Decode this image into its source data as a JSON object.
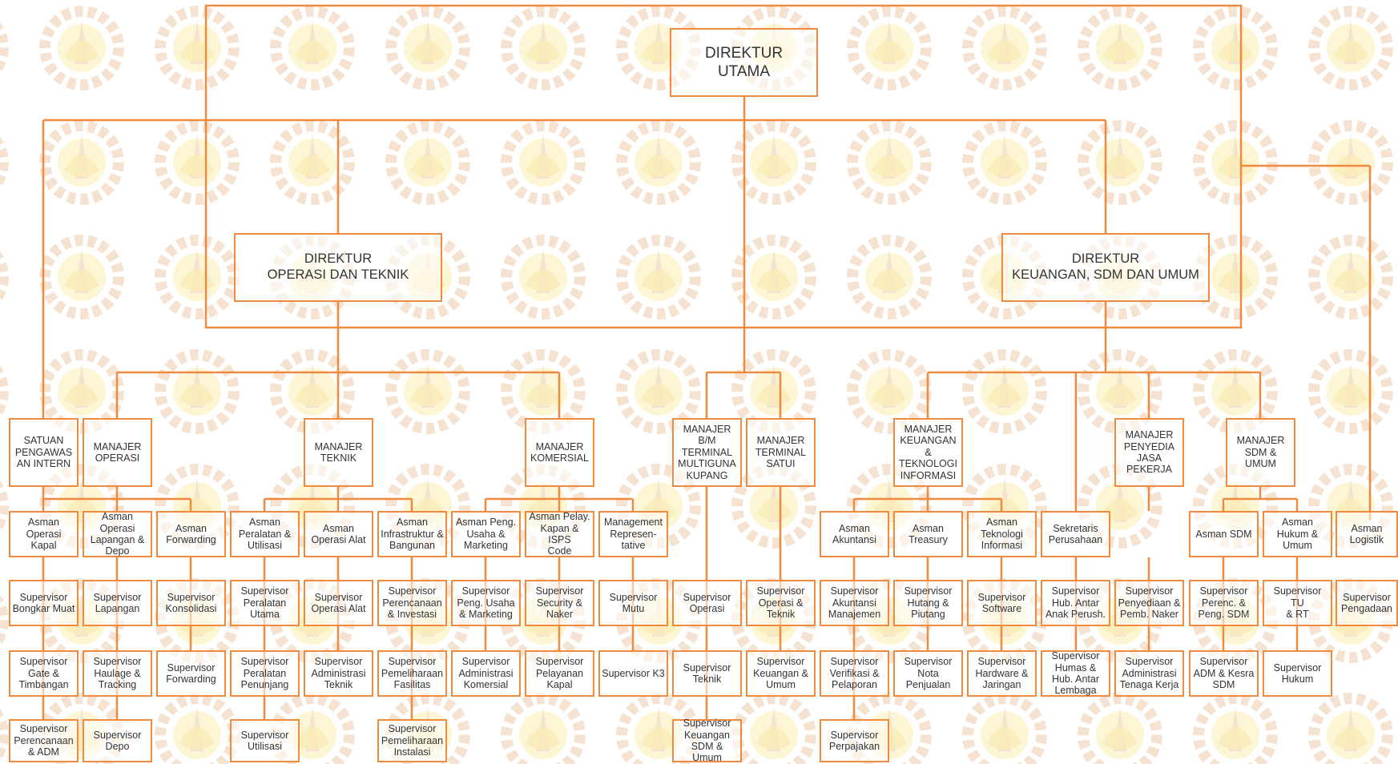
{
  "chart": {
    "top": {
      "title": "DIREKTUR\nUTAMA"
    },
    "directors": {
      "ops": "DIREKTUR\nOPERASI DAN TEKNIK",
      "fin": "DIREKTUR\nKEUANGAN, SDM DAN UMUM"
    },
    "managers": {
      "satuan": "SATUAN\nPENGAWAS\nAN INTERN",
      "operasi": "MANAJER\nOPERASI",
      "teknik": "MANAJER\nTEKNIK",
      "komersial": "MANAJER\nKOMERSIAL",
      "bm": "MANAJER\nB/M\nTERMINAL\nMULTIGUNA\nKUPANG",
      "satui": "MANAJER\nTERMINAL\nSATUI",
      "keuangan": "MANAJER\nKEUANGAN\n&\nTEKNOLOGI\nINFORMASI",
      "penyedia": "MANAJER\nPENYEDIA\nJASA\nPEKERJA",
      "sdm": "MANAJER\nSDM &\nUMUM"
    },
    "asman": [
      "Asman\nOperasi Kapal",
      "Asman\nOperasi\nLapangan &\nDepo",
      "Asman\nForwarding",
      "Asman\nPeralatan &\nUtilisasi",
      "Asman\nOperasi Alat",
      "Asman\nInfrastruktur &\nBangunan",
      "Asman Peng.\nUsaha &\nMarketing",
      "Asman Pelay.\nKapan & ISPS\nCode",
      "Management\nRepresen-\ntative",
      "Asman\nAkuntansi",
      "Asman\nTreasury",
      "Asman\nTeknologi\nInformasi",
      "Sekretaris\nPerusahaan",
      "Asman SDM",
      "Asman\nHukum &\nUmum",
      "Asman\nLogistik"
    ],
    "row3": [
      "Supervisor\nBongkar Muat",
      "Supervisor\nLapangan",
      "Supervisor\nKonsolidasi",
      "Supervisor\nPeralatan\nUtama",
      "Supervisor\nOperasi Alat",
      "Supervisor\nPerencanaan\n& Investasi",
      "Supervisor\nPeng. Usaha\n& Marketing",
      "Supervisor\nSecurity &\nNaker",
      "Supervisor\nMutu",
      "Supervisor\nOperasi",
      "Supervisor\nOperasi &\nTeknik",
      "Supervisor\nAkuntansi\nManajemen",
      "Supervisor\nHutang &\nPiutang",
      "Supervisor\nSoftware",
      "Supervisor\nHub. Antar\nAnak Perush.",
      "Supervisor\nPenyediaan &\nPemb. Naker",
      "Supervisor\nPerenc. &\nPeng. SDM",
      "Supervisor TU\n& RT",
      "Supervisor\nPengadaan"
    ],
    "row4": [
      "Supervisor\nGate &\nTimbangan",
      "Supervisor\nHaulage &\nTracking",
      "Supervisor\nForwarding",
      "Supervisor\nPeralatan\nPenunjang",
      "Supervisor\nAdministrasi\nTeknik",
      "Supervisor\nPemeliharaan\nFasilitas",
      "Supervisor\nAdministrasi\nKomersial",
      "Supervisor\nPelayanan\nKapal",
      "Supervisor K3",
      "Supervisor\nTeknik",
      "Supervisor\nKeuangan &\nUmum",
      "Supervisor\nVerifikasi &\nPelaporan",
      "Supervisor\nNota\nPenjualan",
      "Supervisor\nHardware &\nJaringan",
      "Supervisor\nHumas &\nHub. Antar\nLembaga",
      "Supervisor\nAdministrasi\nTenaga Kerja",
      "Supervisor\nADM & Kesra\nSDM",
      "Supervisor\nHukum"
    ],
    "row5": [
      "Supervisor\nPerencanaan\n& ADM",
      "Supervisor\nDepo",
      "Supervisor\nUtilisasi",
      "Supervisor\nPemeliharaan\nInstalasi",
      "Supervisor\nKeuangan\nSDM & Umum",
      "Supervisor\nPerpajakan"
    ],
    "colors": {
      "line": "#f08a3e",
      "box_border": "#f08a3e",
      "watermark": "#f3dcc8",
      "text": "#333333"
    }
  }
}
